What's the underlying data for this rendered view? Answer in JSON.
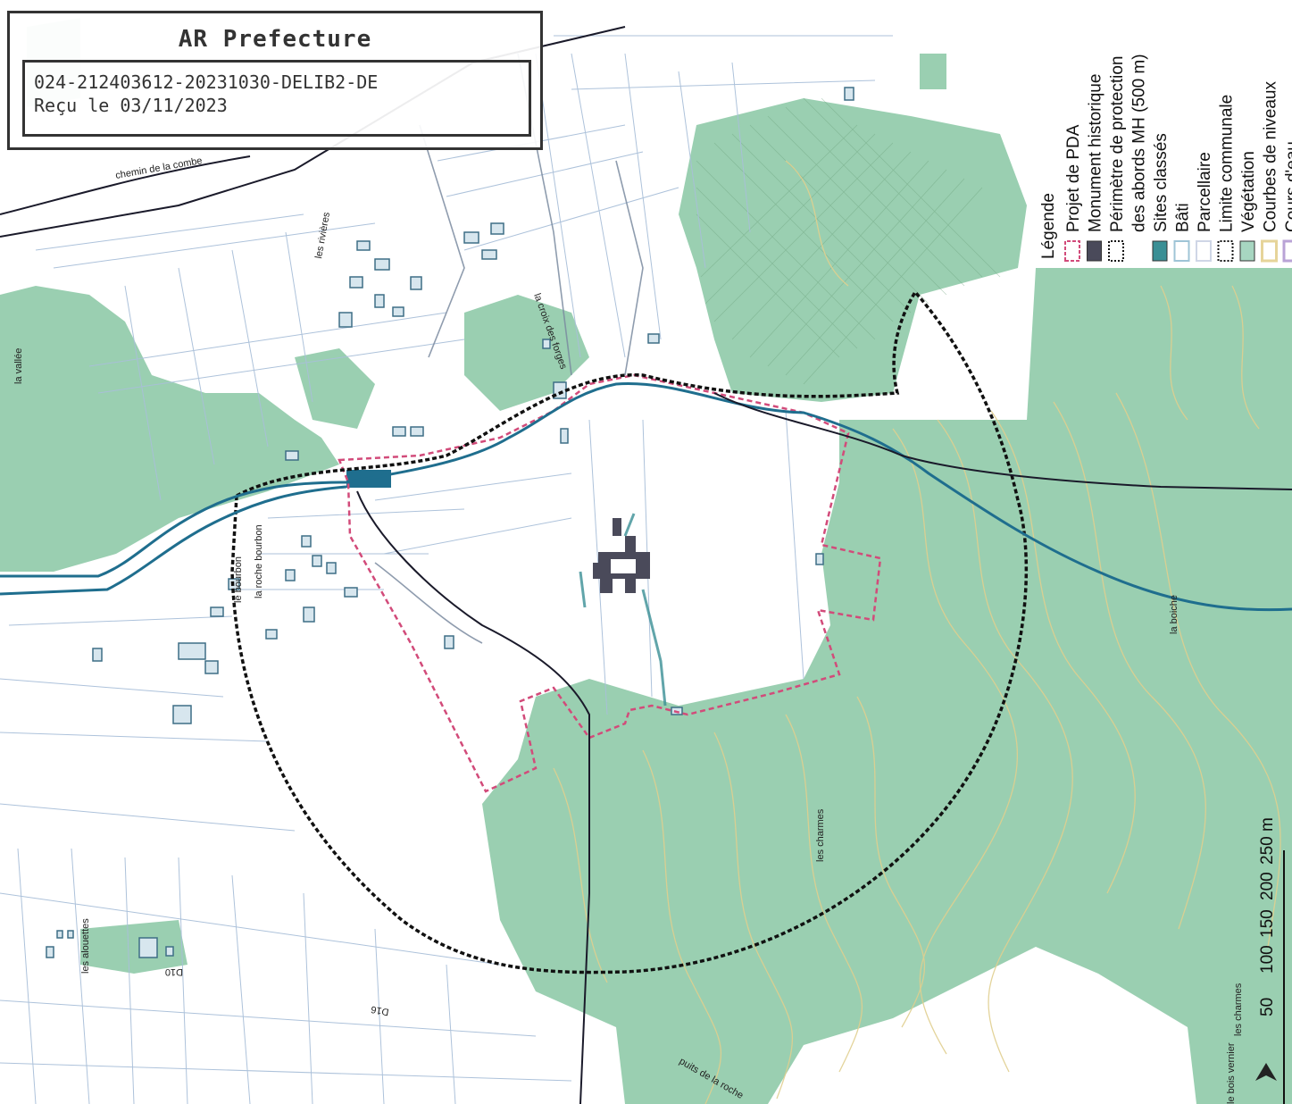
{
  "stamp": {
    "title": "AR Prefecture",
    "line1": "024-212403612-20231030-DELIB2-DE",
    "line2": "Reçu le 03/11/2023"
  },
  "legend": {
    "title": "Légende",
    "items": [
      {
        "label": "Projet de PDA",
        "color": "#d24b7a",
        "style": "dashed-outline"
      },
      {
        "label": "Monument historique",
        "color": "#4a4a5a",
        "style": "fill"
      },
      {
        "label": "Périmètre de protection",
        "color": "#111111",
        "style": "dotted-outline"
      },
      {
        "label": "des abords MH (500 m)",
        "color": "",
        "style": "none"
      },
      {
        "label": "Sites classés",
        "color": "#3a8f95",
        "style": "fill"
      },
      {
        "label": "Bâti",
        "color": "#9fc4d6",
        "style": "outline"
      },
      {
        "label": "Parcellaire",
        "color": "#cfd6e6",
        "style": "outline"
      },
      {
        "label": "Limite communale",
        "color": "#111111",
        "style": "dotted-outline"
      },
      {
        "label": "Végétation",
        "color": "#a7d6c1",
        "style": "fill"
      },
      {
        "label": "Courbes de niveaux",
        "color": "#e6d49a",
        "style": "line"
      },
      {
        "label": "Cours d'eau",
        "color": "#b9a3d6",
        "style": "line"
      }
    ]
  },
  "scale": {
    "ticks": [
      "50",
      "100",
      "150",
      "200",
      "250 m"
    ]
  },
  "places": {
    "la_boiche": "la boiche",
    "les_charmes": "les charmes",
    "les_alouettes": "les alouettes",
    "le_bois_vernier": "le bois vernier",
    "les_charmes_2": "les charmes",
    "la_vallee": "la vallée",
    "la_roche_bourbon": "la roche bourbon",
    "le_bourbon": "le bourbon",
    "la_croix_des_forges": "la croix des forges",
    "les_rivieres": "les rivières",
    "road_d10": "D10",
    "road_d15": "D16",
    "puits_de_la_roche": "puits de la roche",
    "chemin_de_la_combe": "chemin de la combe"
  },
  "colors": {
    "vegetation": "#8fcaa9",
    "vegetation_dark": "#7fbf9b",
    "pda": "#d24b7a",
    "river": "#1f6e8e",
    "monument": "#4a4a5a",
    "contour": "#e0cf8f",
    "parcel": "#a9bfd9",
    "perimeter": "#111111"
  }
}
